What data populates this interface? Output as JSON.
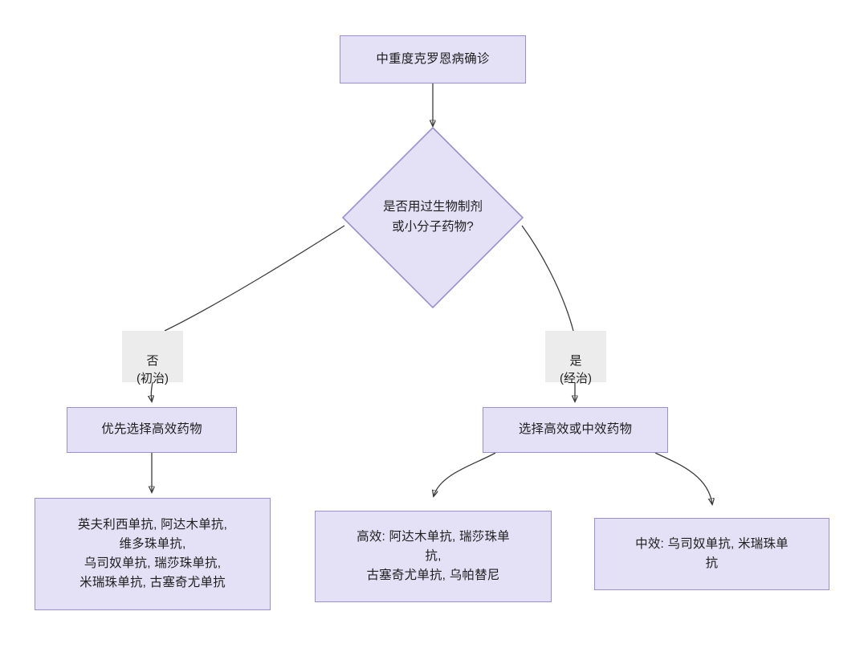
{
  "diagram": {
    "type": "flowchart",
    "title_node": "中重度克罗恩病确诊",
    "orientation": "top-down",
    "colors": {
      "node_fill": "#e4e0f5",
      "node_border": "#9a8fd0",
      "edge_stroke": "#3b3b3b",
      "edge_label_bg": "#ececec",
      "text": "#1f1f20",
      "canvas": "#ffffff"
    },
    "nodes": {
      "start": {
        "id": "start",
        "shape": "rect",
        "text": "中重度克罗恩病确诊"
      },
      "decision": {
        "id": "decision",
        "shape": "diamond",
        "text": "是否用过生物制剂\n或小分子药物?"
      },
      "naive_branch": {
        "id": "naive_branch",
        "shape": "rect",
        "text": "优先选择高效药物"
      },
      "experienced_branch": {
        "id": "experienced_branch",
        "shape": "rect",
        "text": "选择高效或中效药物"
      },
      "naive_drugs": {
        "id": "naive_drugs",
        "shape": "rect",
        "text": "英夫利西单抗, 阿达木单抗,\n维多珠单抗,\n乌司奴单抗, 瑞莎珠单抗,\n米瑞珠单抗, 古塞奇尤单抗"
      },
      "high_efficacy": {
        "id": "high_efficacy",
        "shape": "rect",
        "text": "高效: 阿达木单抗, 瑞莎珠单\n抗,\n古塞奇尤单抗, 乌帕替尼"
      },
      "medium_efficacy": {
        "id": "medium_efficacy",
        "shape": "rect",
        "text": "中效: 乌司奴单抗, 米瑞珠单\n抗"
      }
    },
    "edge_labels": {
      "no_branch": "否\n(初治)",
      "yes_branch": "是\n(经治)"
    }
  }
}
